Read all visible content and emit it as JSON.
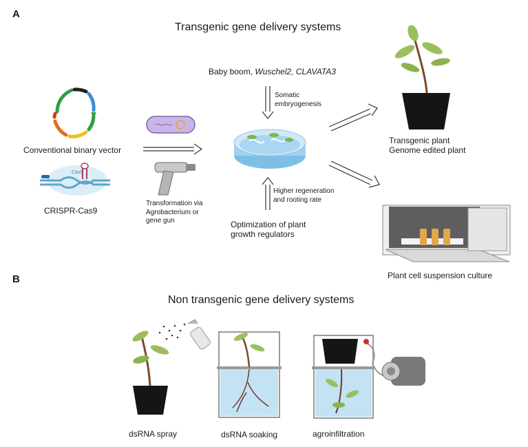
{
  "panel_a": {
    "letter": "A",
    "title": "Transgenic gene delivery systems",
    "inducers": {
      "plain": "Baby boom, ",
      "italic": "Wuschel2, CLAVATA3"
    },
    "somatic": [
      "Somatic",
      "embryogenesis"
    ],
    "binary_vector": "Conventional binary vector",
    "crispr": "CRISPR-Cas9",
    "cas9": "Cas9",
    "transformation": [
      "Transformation via",
      "Agrobacterium or",
      "gene gun"
    ],
    "regeneration": [
      "Higher regeneration",
      "and rooting rate"
    ],
    "optimization": [
      "Optimization of plant",
      "growth regulators"
    ],
    "transgenic_plant": [
      "Transgenic plant",
      "Genome edited plant"
    ],
    "suspension": "Plant cell suspension culture"
  },
  "panel_b": {
    "letter": "B",
    "title": "Non transgenic gene delivery systems",
    "spray": "dsRNA spray",
    "soaking": "dsRNA soaking",
    "agro": "agroinfiltration"
  },
  "colors": {
    "plasmid": [
      "#2e9e44",
      "#1f1f1f",
      "#3b8fd6",
      "#2e9e44",
      "#e8c318",
      "#e86a1e",
      "#d83a1e"
    ],
    "dish_water": "#a9d6f0",
    "leaf": "#9cbf5e",
    "pot": "#151515",
    "tank_water": "#c3e3f4"
  }
}
